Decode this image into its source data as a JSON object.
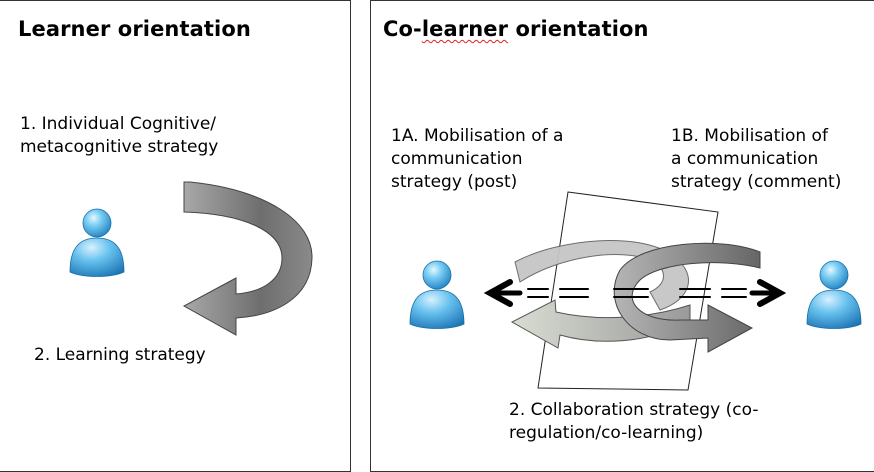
{
  "left_panel": {
    "title": "Learner orientation",
    "step1": [
      "1. Individual Cognitive/",
      "metacognitive strategy"
    ],
    "step2": "2. Learning strategy"
  },
  "right_panel": {
    "title_prefix": "Co-",
    "title_misspelled": "learner",
    "title_suffix": " orientation",
    "step1a": [
      "1A. Mobilisation of a",
      "communication",
      "strategy (post)"
    ],
    "step1b": [
      "1B. Mobilisation of",
      "a communication",
      "strategy (comment)"
    ],
    "step2": [
      "2. Collaboration strategy (co-",
      "regulation/co-learning)"
    ]
  },
  "colors": {
    "arrow_gray_dark": "#6f6f6f",
    "arrow_gray_light": "#b7b7b7",
    "arrow_light_green": "#c9d3c1",
    "icon_blue": "#3aa7e0",
    "misspelling_underline": "#dd2222"
  },
  "icons": [
    "user-icon",
    "user-icon",
    "user-icon"
  ]
}
